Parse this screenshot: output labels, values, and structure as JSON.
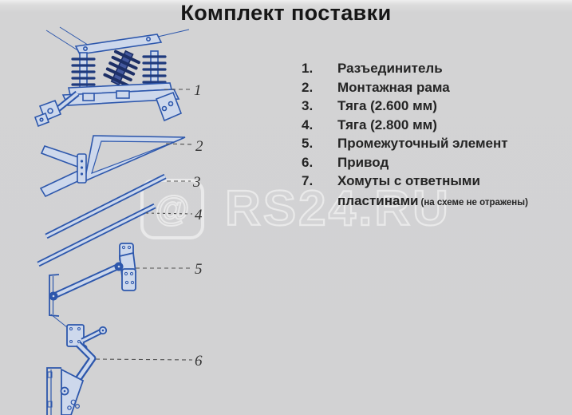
{
  "page": {
    "title": "Комплект поставки"
  },
  "legend": {
    "items": [
      {
        "num": "1.",
        "label": "Разъединитель"
      },
      {
        "num": "2.",
        "label": "Монтажная рама"
      },
      {
        "num": "3.",
        "label": "Тяга (2.600 мм)"
      },
      {
        "num": "4.",
        "label": "Тяга (2.800 мм)"
      },
      {
        "num": "5.",
        "label": "Промежуточный элемент"
      },
      {
        "num": "6.",
        "label": "Привод"
      },
      {
        "num": "7.",
        "label": "Хомуты с ответными"
      }
    ],
    "item7_continuation": "пластинами",
    "item7_note": "(на схеме не отражены)"
  },
  "diagram": {
    "callouts": [
      "1",
      "2",
      "3",
      "4",
      "5",
      "6"
    ]
  },
  "watermark": {
    "logo": "@",
    "text": "RS24.RU"
  },
  "colors": {
    "background": "#d3d3d4",
    "drawing_line": "#2d57ac",
    "drawing_fill": "#cdd8ec",
    "insulator_dark": "#1d2f66",
    "text": "#242424",
    "leader_line": "#4f4f4f",
    "watermark": "rgba(255,255,255,0.5)"
  }
}
